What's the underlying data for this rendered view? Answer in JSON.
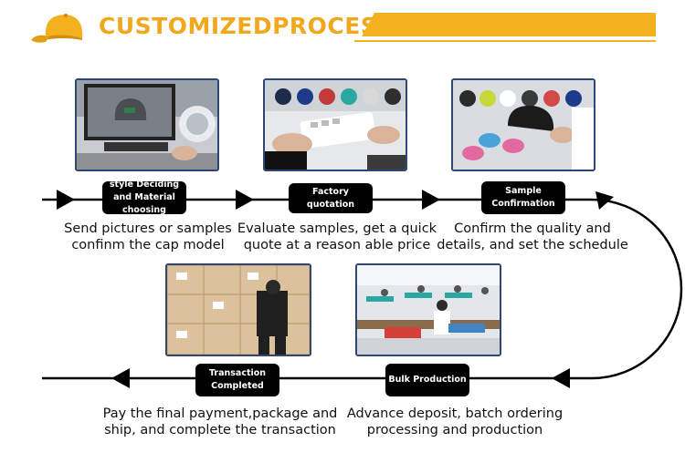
{
  "header": {
    "title": "CUSTOMIZEDPROCESS"
  },
  "steps": [
    {
      "label": "style Deciding and Material choosing",
      "caption_l1": "Send pictures or samples",
      "caption_l2": "confinm the cap model"
    },
    {
      "label": "Factory quotation",
      "caption_l1": "Evaluate samples, get a quick",
      "caption_l2": "quote at a reason able price"
    },
    {
      "label": "Sample Confirmation",
      "caption_l1": "Confirm the quality and",
      "caption_l2": "details, and set the schedule"
    },
    {
      "label": "Bulk Production",
      "caption_l1": "Advance deposit, batch ordering",
      "caption_l2": "processing and production"
    },
    {
      "label": "Transaction Completed",
      "caption_l1": "Pay the final payment,package and",
      "caption_l2": "ship, and complete the transaction"
    }
  ],
  "colors": {
    "accent": "#f3b11f",
    "frame": "#2d4672",
    "label_bg": "#000000"
  }
}
